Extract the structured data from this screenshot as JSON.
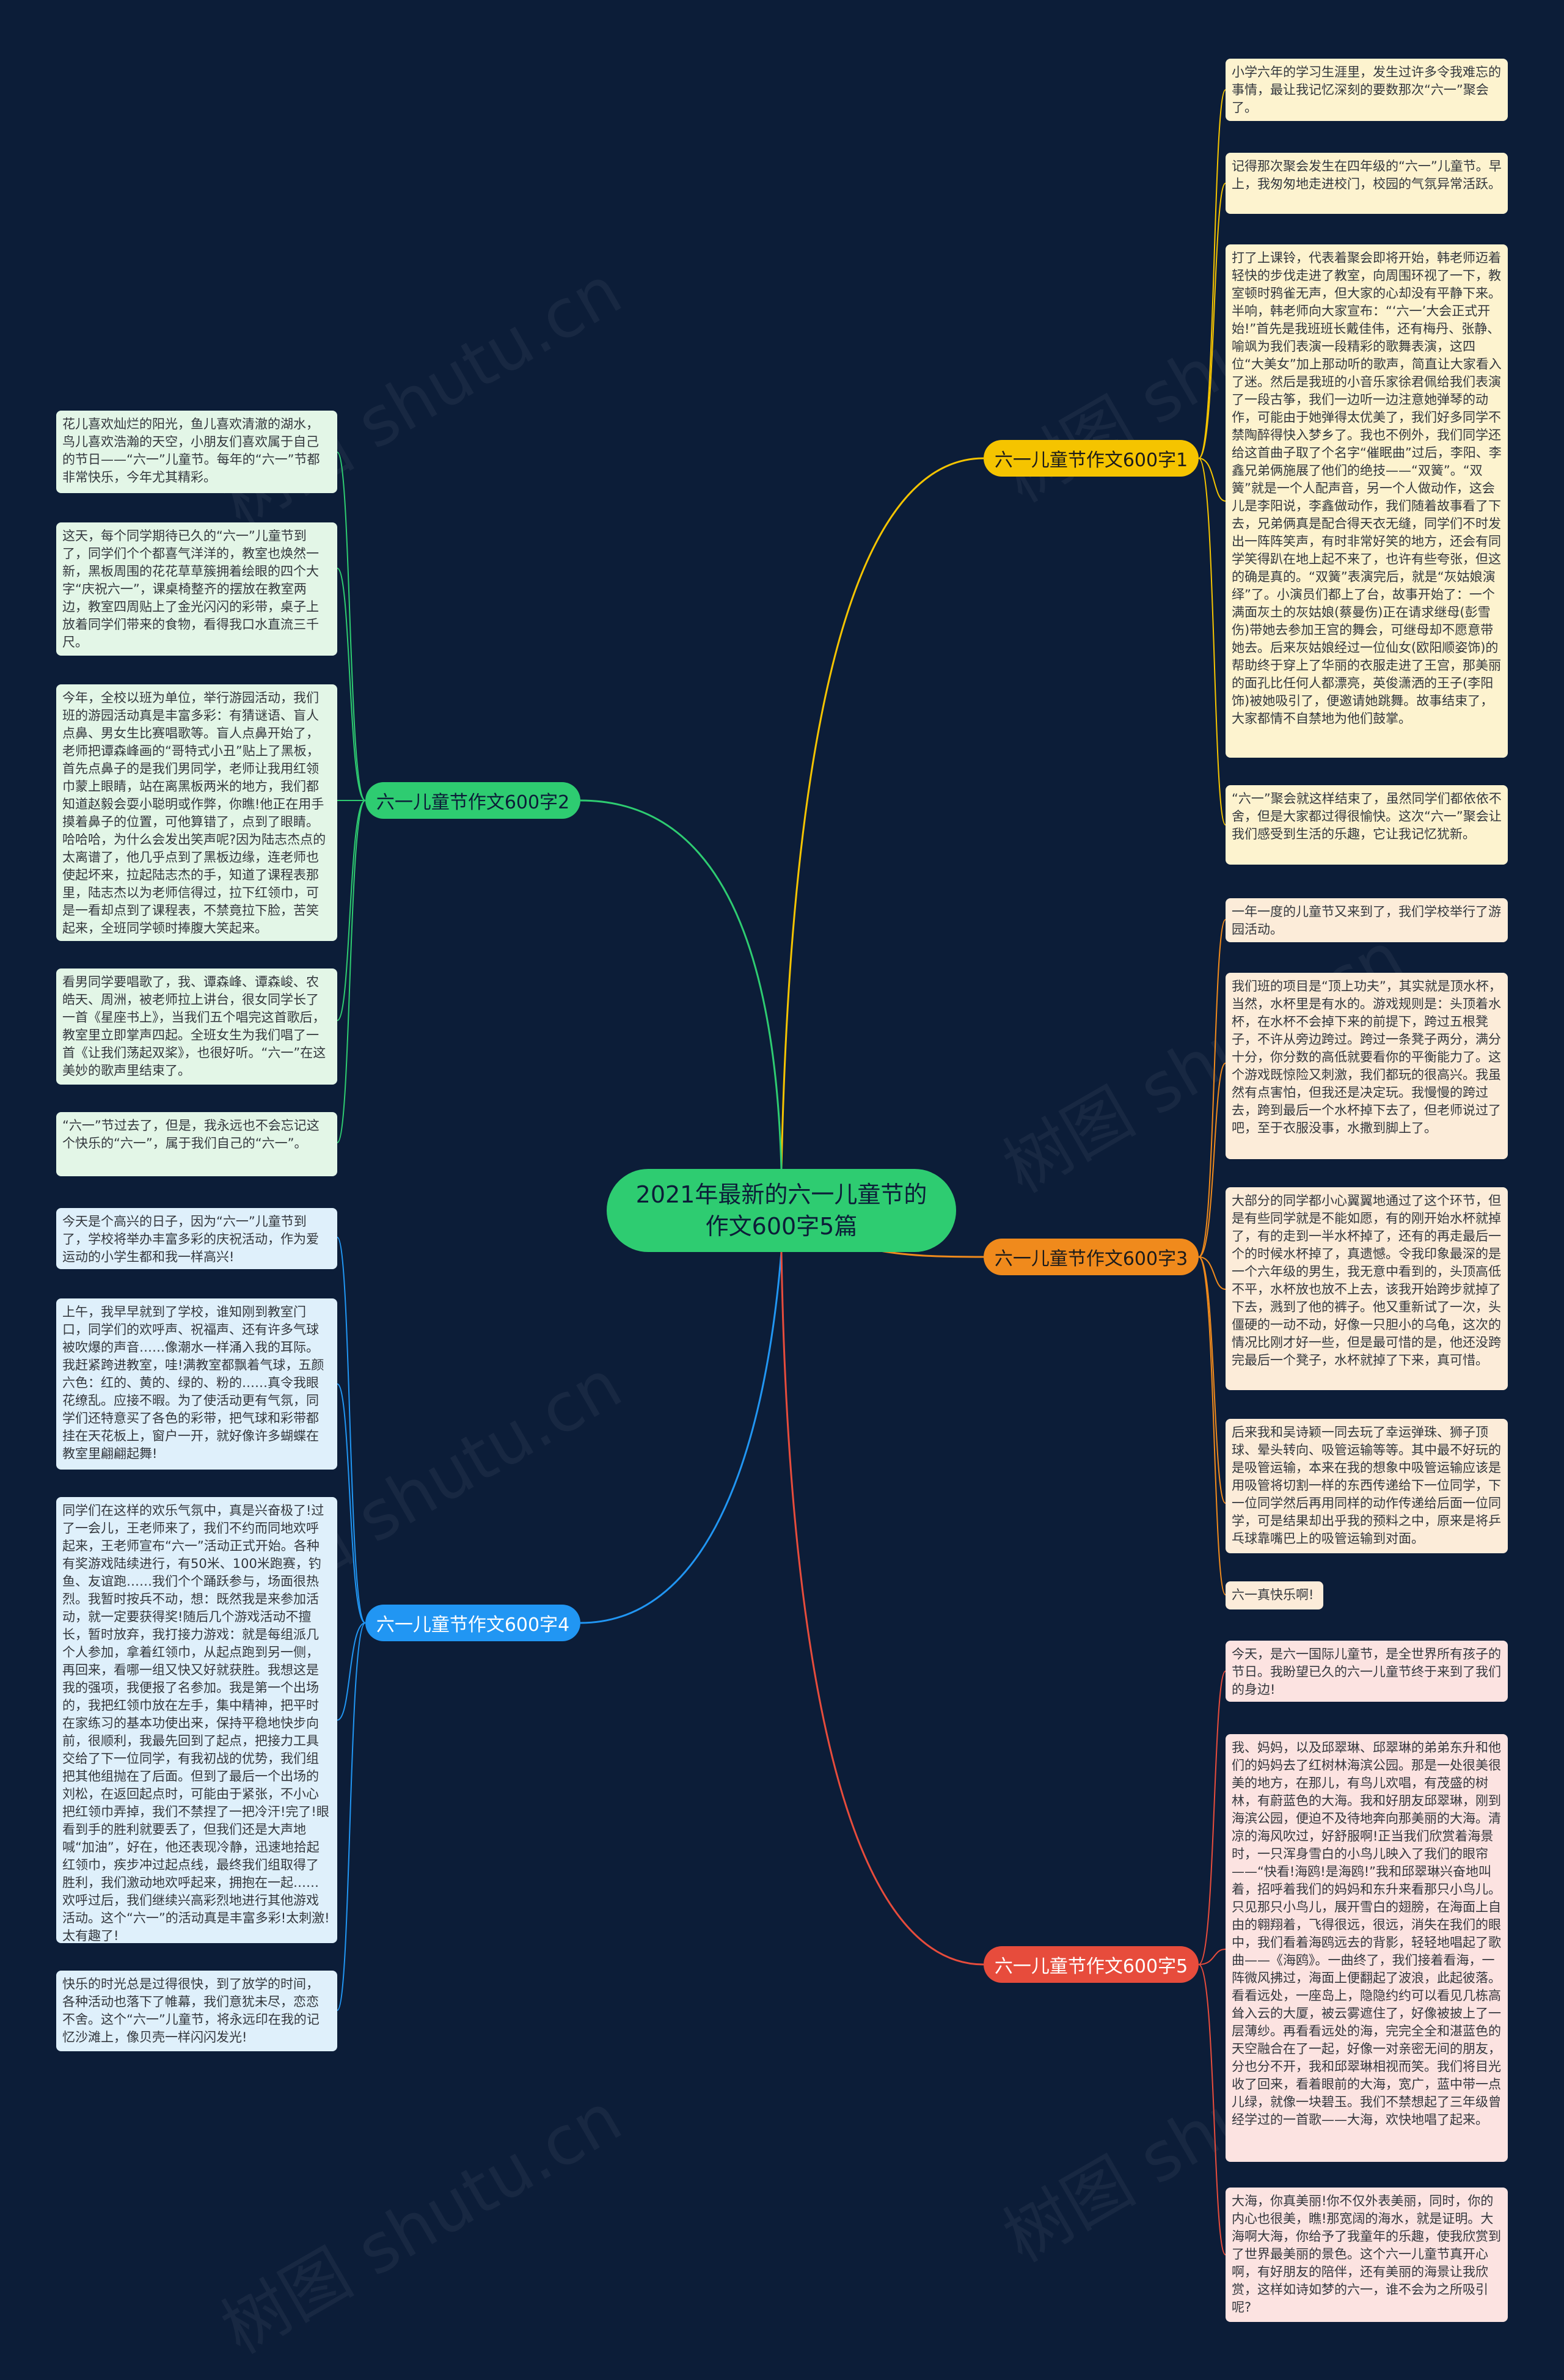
{
  "center": "2021年最新的六一儿童节的作文600字5篇",
  "colors": {
    "background": "#0c1d38",
    "center": "#2ecc71",
    "branch1": "#f5c400",
    "branch2": "#2ecc71",
    "branch3": "#f08a1c",
    "branch4": "#2196f3",
    "branch5": "#e74c3c"
  },
  "branches": [
    {
      "label": "六一儿童节作文600字1",
      "leaves": [
        "小学六年的学习生涯里，发生过许多令我难忘的事情，最让我记忆深刻的要数那次“六一”聚会了。",
        "记得那次聚会发生在四年级的“六一”儿童节。早上，我匆匆地走进校门，校园的气氛异常活跃。",
        "打了上课铃，代表着聚会即将开始，韩老师迈着轻快的步伐走进了教室，向周围环视了一下，教室顿时鸦雀无声，但大家的心却没有平静下来。半响，韩老师向大家宣布：“‘六一’大会正式开始!”首先是我班班长戴佳伟，还有梅丹、张静、喻飒为我们表演一段精彩的歌舞表演，这四位“大美女”加上那动听的歌声，简直让大家看入了迷。然后是我班的小音乐家徐君佩给我们表演了一段古筝，我们一边听一边注意她弹琴的动作，可能由于她弹得太优美了，我们好多同学不禁陶醉得快入梦乡了。我也不例外，我们同学还给这首曲子取了个名字“催眠曲”过后，李阳、李鑫兄弟俩施展了他们的绝技——“双簧”。“双簧”就是一个人配声音，另一个人做动作，这会儿是李阳说，李鑫做动作，我们随着故事看了下去，兄弟俩真是配合得天衣无缝，同学们不时发出一阵阵笑声，有时非常好笑的地方，还会有同学笑得趴在地上起不来了，也许有些夸张，但这的确是真的。“双簧”表演完后，就是“灰姑娘演绎”了。小演员们都上了台，故事开始了：一个满面灰土的灰姑娘(蔡曼伤)正在请求继母(彭雪伤)带她去参加王宫的舞会，可继母却不愿意带她去。后来灰姑娘经过一位仙女(欧阳顺姿饰)的帮助终于穿上了华丽的衣服走进了王宫，那美丽的面孔比任何人都漂亮，英俊潇洒的王子(李阳饰)被她吸引了，便邀请她跳舞。故事结束了，大家都情不自禁地为他们鼓掌。",
        "“六一”聚会就这样结束了，虽然同学们都依依不舍，但是大家都过得很愉快。这次“六一”聚会让我们感受到生活的乐趣，它让我记忆犹新。"
      ]
    },
    {
      "label": "六一儿童节作文600字2",
      "leaves": [
        "花儿喜欢灿烂的阳光，鱼儿喜欢清澈的湖水，鸟儿喜欢浩瀚的天空，小朋友们喜欢属于自己的节日——“六一”儿童节。每年的“六一”节都非常快乐，今年尤其精彩。",
        "这天，每个同学期待已久的“六一”儿童节到了，同学们个个都喜气洋洋的，教室也焕然一新，黑板周围的花花草草簇拥着绘眼的四个大字“庆祝六一”，课桌椅整齐的摆放在教室两边，教室四周贴上了金光闪闪的彩带，桌子上放着同学们带来的食物，看得我口水直流三千尺。",
        "今年，全校以班为单位，举行游园活动，我们班的游园活动真是丰富多彩：有猜谜语、盲人点鼻、男女生比赛唱歌等。盲人点鼻开始了，老师把谭森峰画的“哥特式小丑”贴上了黑板，首先点鼻子的是我们男同学，老师让我用红领巾蒙上眼睛，站在离黑板两米的地方，我们都知道赵毅会耍小聪明或作弊，你瞧!他正在用手摸着鼻子的位置，可他算错了，点到了眼睛。哈哈哈，为什么会发出笑声呢?因为陆志杰点的太离谱了，他几乎点到了黑板边缘，连老师也使起坏来，拉起陆志杰的手，知道了课程表那里，陆志杰以为老师信得过，拉下红领巾，可是一看却点到了课程表，不禁竟拉下脸，苦笑起来，全班同学顿时捧腹大笑起来。",
        "看男同学要唱歌了，我、谭森峰、谭森峻、农皓天、周洲，被老师拉上讲台，很女同学长了一首《星座书上》，当我们五个唱完这首歌后，教室里立即掌声四起。全班女生为我们唱了一首《让我们荡起双桨》，也很好听。“六一”在这美妙的歌声里结束了。",
        "“六一”节过去了，但是，我永远也不会忘记这个快乐的“六一”，属于我们自己的“六一”。"
      ]
    },
    {
      "label": "六一儿童节作文600字3",
      "leaves": [
        "一年一度的儿童节又来到了，我们学校举行了游园活动。",
        "我们班的项目是“顶上功夫”，其实就是顶水杯，当然，水杯里是有水的。游戏规则是：头顶着水杯，在水杯不会掉下来的前提下，跨过五根凳子，不许从旁边跨过。跨过一条凳子两分，满分十分，你分数的高低就要看你的平衡能力了。这个游戏既惊险又刺激，我们都玩的很高兴。我虽然有点害怕，但我还是决定玩。我慢慢的跨过去，跨到最后一个水杯掉下去了，但老师说过了吧，至于衣服没事，水撒到脚上了。",
        "大部分的同学都小心翼翼地通过了这个环节，但是有些同学就是不能如愿，有的刚开始水杯就掉了，有的走到一半水杯掉了，还有的再走最后一个的时候水杯掉了，真遗憾。令我印象最深的是一个六年级的男生，我无意中看到的，头顶高低不平，水杯放也放不上去，该我开始跨步就掉了下去，溅到了他的裤子。他又重新试了一次，头僵硬的一动不动，好像一只胆小的乌龟，这次的情况比刚才好一些，但是最可惜的是，他还没跨完最后一个凳子，水杯就掉了下来，真可惜。",
        "后来我和吴诗颖一同去玩了幸运弹珠、狮子顶球、晕头转向、吸管运输等等。其中最不好玩的是吸管运输，本来在我的想象中吸管运输应该是用吸管将切割一样的东西传递给下一位同学，下一位同学然后再用同样的动作传递给后面一位同学，可是结果却出乎我的预料之中，原来是将乒乓球靠嘴巴上的吸管运输到对面。",
        "六一真快乐啊!"
      ]
    },
    {
      "label": "六一儿童节作文600字4",
      "leaves": [
        "今天是个高兴的日子，因为“六一”儿童节到了，学校将举办丰富多彩的庆祝活动，作为爱运动的小学生都和我一样高兴!",
        "上午，我早早就到了学校，谁知刚到教室门口，同学们的欢呼声、祝福声、还有许多气球被吹爆的声音……像潮水一样涌入我的耳际。我赶紧跨进教室，哇!满教室都飘着气球，五颜六色：红的、黄的、绿的、粉的……真令我眼花缭乱。应接不暇。为了使活动更有气氛，同学们还特意买了各色的彩带，把气球和彩带都挂在天花板上，窗户一开，就好像许多蝴蝶在教室里翩翩起舞!",
        "同学们在这样的欢乐气氛中，真是兴奋极了!过了一会儿，王老师来了，我们不约而同地欢呼起来，王老师宣布“六一”活动正式开始。各种有奖游戏陆续进行，有50米、100米跑赛，钓鱼、友谊跑……我们个个踊跃参与，场面很热烈。我暂时按兵不动，想：既然我是来参加活动，就一定要获得奖!随后几个游戏活动不擅长，暂时放弃，我打接力游戏：就是每组派几个人参加，拿着红领巾，从起点跑到另一侧，再回来，看哪一组又快又好就获胜。我想这是我的强项，我便报了名参加。我是第一个出场的，我把红领巾放在左手，集中精神，把平时在家练习的基本功使出来，保持平稳地快步向前，很顺利，我最先回到了起点，把接力工具交给了下一位同学，有我初战的优势，我们组把其他组抛在了后面。但到了最后一个出场的刘松，在返回起点时，可能由于紧张，不小心把红领巾弄掉，我们不禁捏了一把冷汗!完了!眼看到手的胜利就要丢了，但我们还是大声地喊“加油”，好在，他还表现冷静，迅速地拾起红领巾，疾步冲过起点线，最终我们组取得了胜利，我们激动地欢呼起来，拥抱在一起……欢呼过后，我们继续兴高彩烈地进行其他游戏活动。这个“六一”的活动真是丰富多彩!太刺激!太有趣了!",
        "快乐的时光总是过得很快，到了放学的时间，各种活动也落下了帷幕，我们意犹未尽，恋恋不舍。这个“六一”儿童节，将永远印在我的记忆沙滩上，像贝壳一样闪闪发光!"
      ]
    },
    {
      "label": "六一儿童节作文600字5",
      "leaves": [
        "今天，是六一国际儿童节，是全世界所有孩子的节日。我盼望已久的六一儿童节终于来到了我们的身边!",
        "我、妈妈，以及邱翠琳、邱翠琳的弟弟东升和他们的妈妈去了红树林海滨公园。那是一处很美很美的地方，在那儿，有鸟儿欢唱，有茂盛的树林，有蔚蓝色的大海。我和好朋友邱翠琳，刚到海滨公园，便迫不及待地奔向那美丽的大海。清凉的海风吹过，好舒服啊!正当我们欣赏着海景时，一只浑身雪白的小鸟儿映入了我们的眼帘——“快看!海鸥!是海鸥!”我和邱翠琳兴奋地叫着，招呼着我们的妈妈和东升来看那只小鸟儿。只见那只小鸟儿，展开雪白的翅膀，在海面上自由的翱翔着，飞得很远，很远，消失在我们的眼中，我们看着海鸥远去的背影，轻轻地唱起了歌曲——《海鸥》。一曲终了，我们接着看海，一阵微风拂过，海面上便翻起了波浪，此起彼落。看看远处，一座岛上，隐隐约约可以看见几栋高耸入云的大厦，被云雾遮住了，好像被披上了一层薄纱。再看看远处的海，完完全全和湛蓝色的天空融合在了一起，好像一对亲密无间的朋友，分也分不开，我和邱翠琳相视而笑。我们将目光收了回来，看着眼前的大海，宽广，蓝中带一点儿绿，就像一块碧玉。我们不禁想起了三年级曾经学过的一首歌——大海，欢快地唱了起来。",
        "大海，你真美丽!你不仅外表美丽，同时，你的内心也很美，瞧!那宽阔的海水，就是证明。大海啊大海，你给予了我童年的乐趣，使我欣赏到了世界最美丽的景色。这个六一儿童节真开心啊，有好朋友的陪伴，还有美丽的海景让我欣赏，这样如诗如梦的六一，谁不会为之所吸引呢?"
      ]
    }
  ]
}
